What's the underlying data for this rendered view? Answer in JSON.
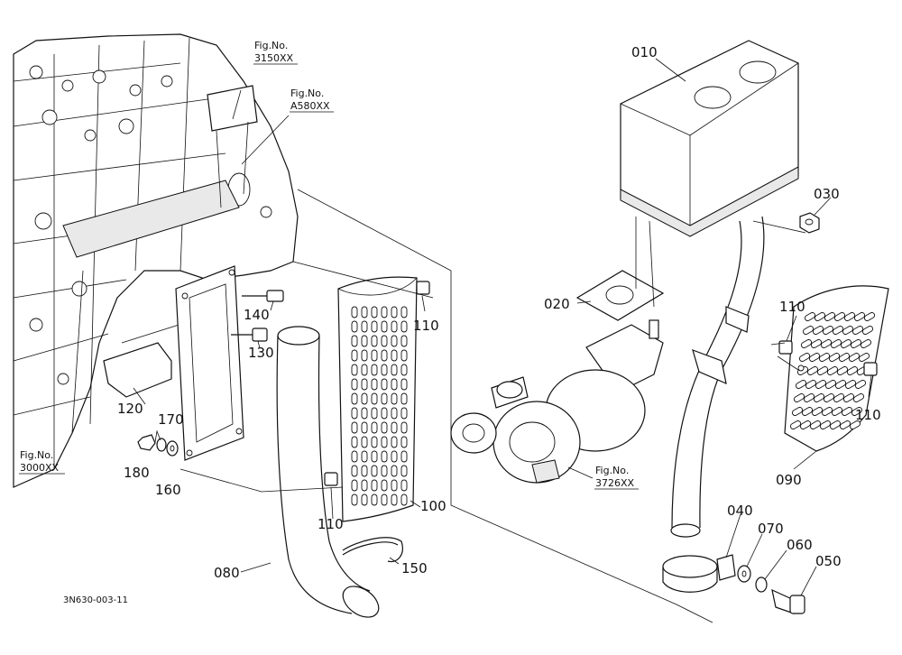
{
  "callouts": {
    "p010": "010",
    "p020": "020",
    "p030": "030",
    "p040": "040",
    "p050": "050",
    "p060": "060",
    "p070": "070",
    "p080": "080",
    "p090": "090",
    "p100": "100",
    "p110_a": "110",
    "p110_b": "110",
    "p110_c": "110",
    "p110_d": "110",
    "p120": "120",
    "p130": "130",
    "p140": "140",
    "p150": "150",
    "p160": "160",
    "p170": "170",
    "p180": "180"
  },
  "fig_refs": {
    "ref_3150": {
      "title": "Fig.No.",
      "number": "3150XX"
    },
    "ref_A580": {
      "title": "Fig.No.",
      "number": "A580XX"
    },
    "ref_3000": {
      "title": "Fig.No.",
      "number": "3000XX"
    },
    "ref_3726": {
      "title": "Fig.No.",
      "number": "3726XX"
    }
  },
  "drawing_code": "3N630-003-11"
}
